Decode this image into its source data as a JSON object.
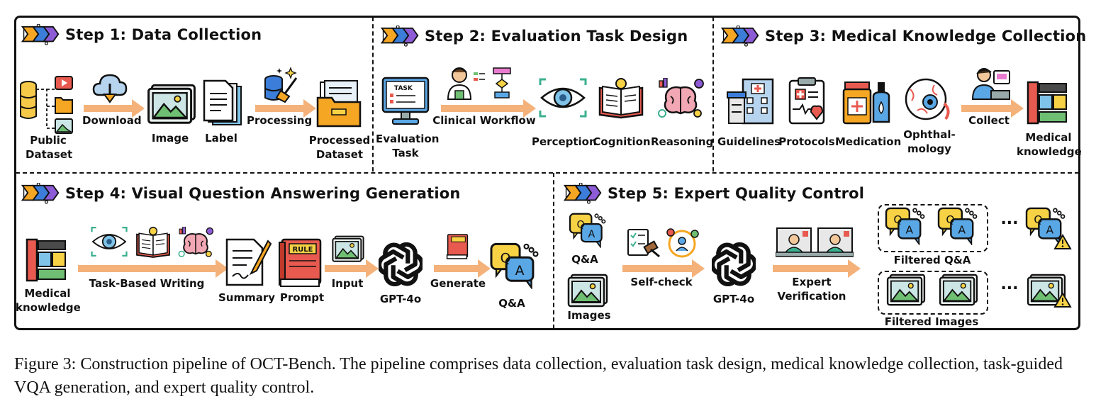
{
  "steps": {
    "s1": "Step 1: Data Collection",
    "s2": "Step 2: Evaluation Task Design",
    "s3": "Step 3: Medical Knowledge Collection",
    "s4": "Step 4: Visual Question Answering Generation",
    "s5": "Step 5: Expert Quality Control"
  },
  "step1": {
    "public_dataset": "Public\nDataset",
    "download": "Download",
    "image": "Image",
    "label": "Label",
    "processing": "Processing",
    "processed_dataset": "Processed\nDataset"
  },
  "step2": {
    "task_badge": "TASK",
    "evaluation_task": "Evaluation\nTask",
    "clinical_workflow": "Clinical Workflow",
    "perception": "Perception",
    "cognition": "Cognition",
    "reasoning": "Reasoning"
  },
  "step3": {
    "guidelines": "Guidelines",
    "protocols": "Protocols",
    "medication": "Medication",
    "ophthalmology": "Ophthal-\nmology",
    "collect": "Collect",
    "medical_knowledge": "Medical\nknowledge"
  },
  "step4": {
    "medical_knowledge": "Medical\nknowledge",
    "task_based_writing": "Task-Based Writing",
    "summary": "Summary",
    "prompt": "Prompt",
    "rule_badge": "RULE",
    "input": "Input",
    "gpt": "GPT-4o",
    "generate": "Generate",
    "qa": "Q&A"
  },
  "step5": {
    "qa": "Q&A",
    "images": "Images",
    "self_check": "Self-check",
    "gpt": "GPT-4o",
    "expert_verification": "Expert\nVerification",
    "filtered_qa": "Filtered Q&A",
    "filtered_images": "Filtered Images",
    "ellipsis": "..."
  },
  "bubble": {
    "q": "Q",
    "a": "A"
  },
  "caption": "Figure 3: Construction pipeline of OCT-Bench. The pipeline comprises data collection, evaluation task design, medical knowledge collection, task-guided VQA generation, and expert quality control.",
  "colors": {
    "arrow": "#f4b27a",
    "chev_orange": "#f5a623",
    "chev_blue": "#3b7dd8",
    "chev_purple": "#8e5bd6",
    "yellow": "#f7d245",
    "blue": "#5aa7e6"
  }
}
